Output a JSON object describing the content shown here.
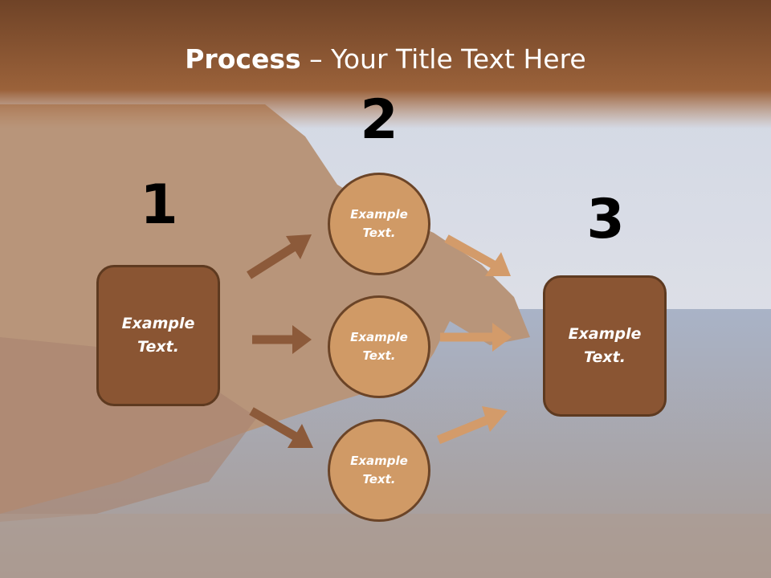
{
  "title": {
    "bold": "Process",
    "rest": " – Your Title Text Here"
  },
  "steps": [
    {
      "number": "1"
    },
    {
      "number": "2"
    },
    {
      "number": "3"
    }
  ],
  "left_box": {
    "text": "Example\nText."
  },
  "circles": [
    {
      "text": "Example\nText."
    },
    {
      "text": "Example\nText."
    },
    {
      "text": "Example\nText."
    }
  ],
  "right_box": {
    "text": "Example\nText."
  },
  "colors": {
    "header_band": "#8a5330",
    "box_fill": "#8a5533",
    "circle_fill": "#d09a66",
    "arrow_dark": "#8c5a3a",
    "arrow_light": "#d39b6a"
  }
}
